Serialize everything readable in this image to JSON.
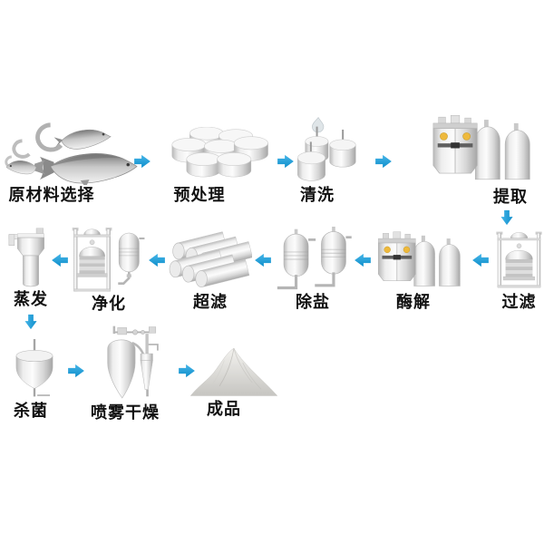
{
  "process_flow": {
    "stages": [
      {
        "id": "raw-material-selection",
        "label": "原材料选择",
        "icon": "fish-school-icon"
      },
      {
        "id": "pretreatment",
        "label": "预处理",
        "icon": "disc-stack-icon"
      },
      {
        "id": "washing",
        "label": "清洗",
        "icon": "wash-tanks-icon"
      },
      {
        "id": "extraction",
        "label": "提取",
        "icon": "mixing-tanks-icon"
      },
      {
        "id": "filtration",
        "label": "过滤",
        "icon": "filter-press-icon"
      },
      {
        "id": "enzymolysis",
        "label": "酶解",
        "icon": "mixing-tanks-icon"
      },
      {
        "id": "desalination",
        "label": "除盐",
        "icon": "ion-exchange-columns-icon"
      },
      {
        "id": "ultrafiltration",
        "label": "超滤",
        "icon": "membrane-tube-bundle-icon"
      },
      {
        "id": "purification",
        "label": "净化",
        "icon": "filter-press-tank-icon"
      },
      {
        "id": "evaporation",
        "label": "蒸发",
        "icon": "evaporator-vessel-icon"
      },
      {
        "id": "sterilization",
        "label": "杀菌",
        "icon": "sterilizer-vessel-icon"
      },
      {
        "id": "spray-drying",
        "label": "喷雾干燥",
        "icon": "spray-dryer-icon"
      },
      {
        "id": "finished-product",
        "label": "成品",
        "icon": "powder-pile-icon"
      }
    ],
    "arrows": [
      {
        "from": "原材料选择",
        "to": "预处理",
        "direction": "right"
      },
      {
        "from": "预处理",
        "to": "清洗",
        "direction": "right"
      },
      {
        "from": "清洗",
        "to": "提取",
        "direction": "right"
      },
      {
        "from": "提取",
        "to": "过滤",
        "direction": "down"
      },
      {
        "from": "过滤",
        "to": "酶解",
        "direction": "left"
      },
      {
        "from": "酶解",
        "to": "除盐",
        "direction": "left"
      },
      {
        "from": "除盐",
        "to": "超滤",
        "direction": "left"
      },
      {
        "from": "超滤",
        "to": "净化",
        "direction": "left"
      },
      {
        "from": "净化",
        "to": "蒸发",
        "direction": "left"
      },
      {
        "from": "蒸发",
        "to": "杀菌",
        "direction": "down"
      },
      {
        "from": "杀菌",
        "to": "喷雾干燥",
        "direction": "right"
      },
      {
        "from": "喷雾干燥",
        "to": "成品",
        "direction": "right"
      }
    ],
    "colors": {
      "arrow_blue": "#1e9cd8",
      "tank_accent_yellow": "#eeb93c",
      "machine_gray": "#d9d9d9",
      "label_text": "#111111",
      "background": "#ffffff"
    }
  }
}
